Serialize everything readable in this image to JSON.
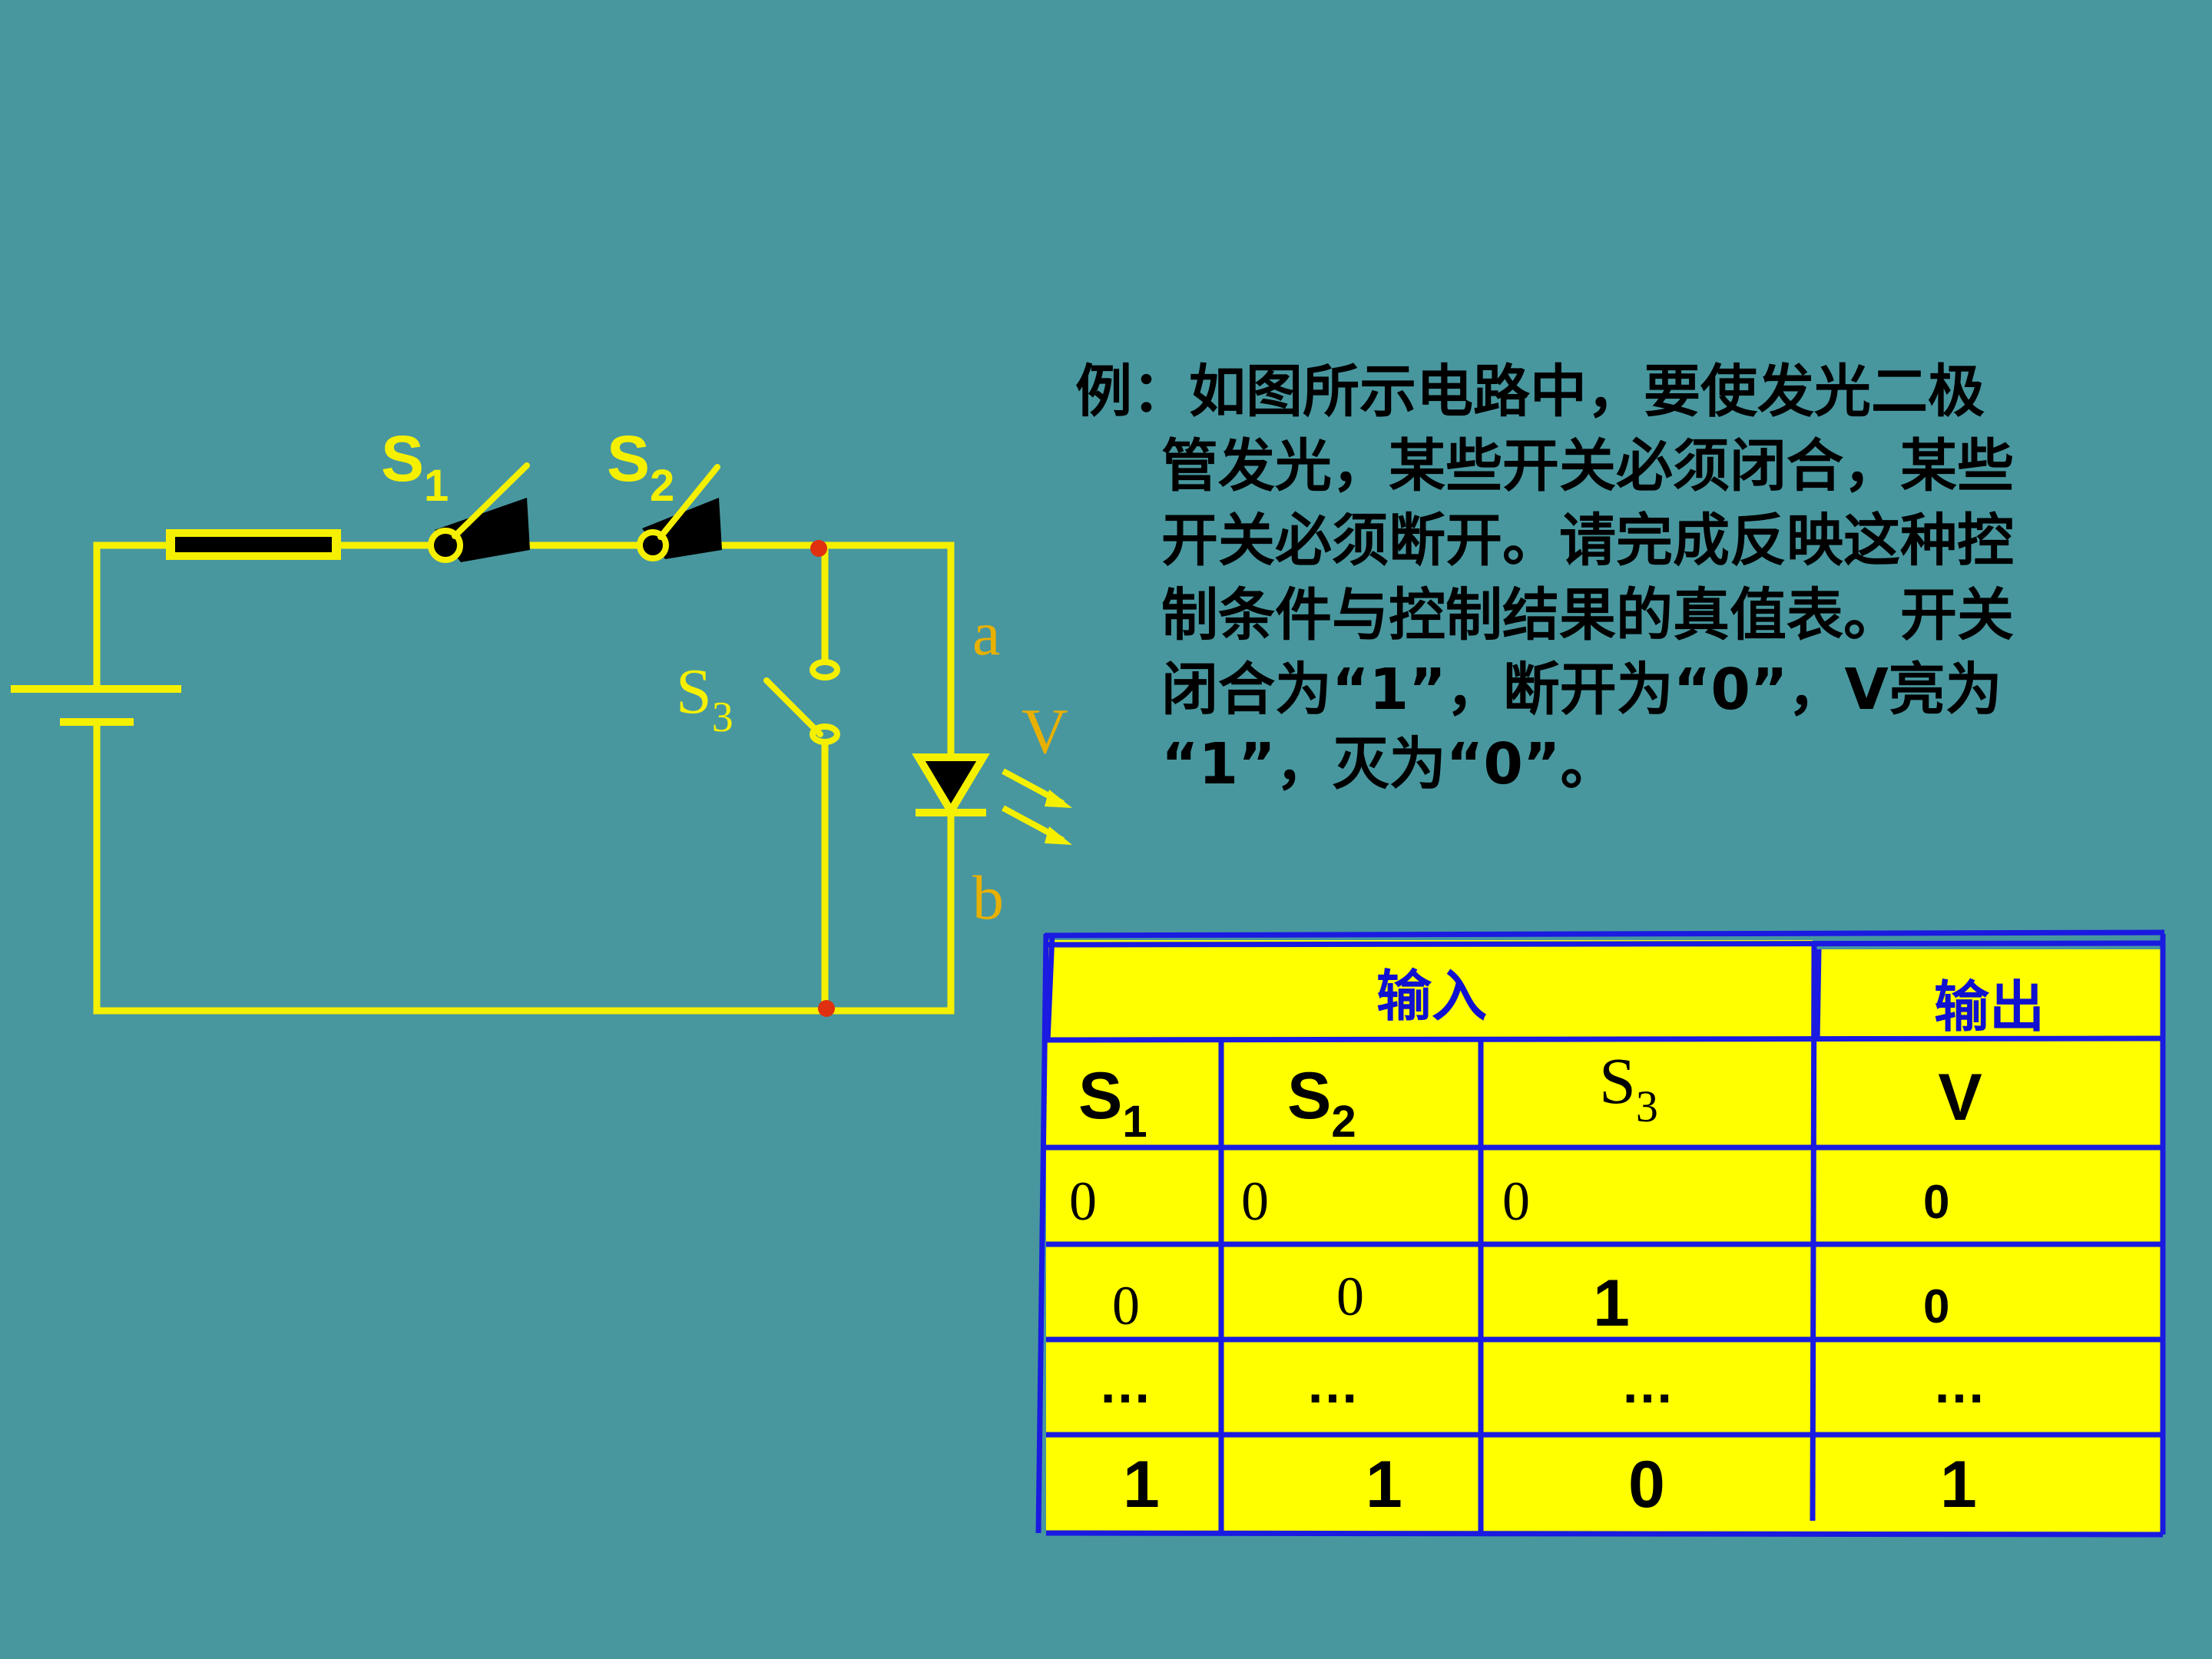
{
  "circuit": {
    "switch_labels": [
      {
        "main": "S",
        "sub": "1"
      },
      {
        "main": "S",
        "sub": "2"
      },
      {
        "main": "S",
        "sub": "3"
      }
    ],
    "point_a": "a",
    "point_b": "b",
    "led_label": "V",
    "colors": {
      "wire": "#f5f000",
      "node": "#e03010",
      "label_orange": "#e8b000",
      "switch_body": "#000000"
    }
  },
  "problem": {
    "lines": [
      "例：如图所示电路中，要使发光二极",
      "管发光，某些开关必须闭合，某些",
      "开关必须断开。请完成反映这种控",
      "制条件与控制结果的真值表。开关",
      "闭合为“1”，断开为“0”，V亮为",
      "“1”，灭为“0”。"
    ]
  },
  "truth_table": {
    "group_headers": {
      "input": "输入",
      "output": "输出"
    },
    "columns": [
      {
        "main": "S",
        "sub": "1"
      },
      {
        "main": "S",
        "sub": "2"
      },
      {
        "main": "S",
        "sub": "3"
      },
      {
        "main": "V",
        "sub": ""
      }
    ],
    "rows": [
      [
        "0",
        "0",
        "0",
        "0"
      ],
      [
        "0",
        "0",
        "1",
        "0"
      ],
      [
        "…",
        "…",
        "…",
        "…"
      ],
      [
        "1",
        "1",
        "0",
        "1"
      ]
    ],
    "colors": {
      "fill": "#ffff00",
      "border": "#1a1ae0",
      "header_text": "#1010d0"
    }
  }
}
